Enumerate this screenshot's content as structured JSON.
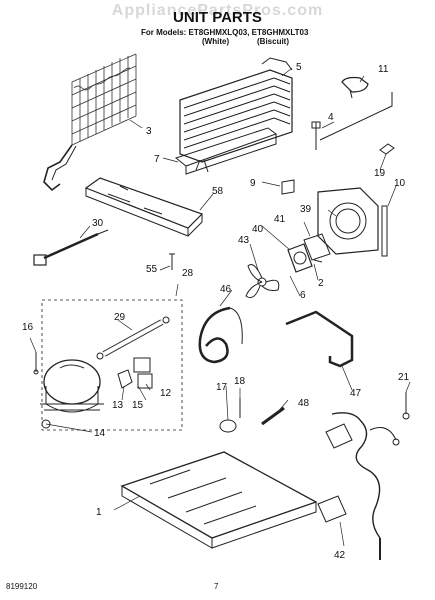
{
  "watermark": "AppliancePartsPros.com",
  "header": {
    "title": "UNIT PARTS",
    "models_line": "For Models: ET8GHMXLQ03, ET8GHMXLT03",
    "variant_1": "(White)",
    "variant_2": "(Biscuit)"
  },
  "callouts": [
    "1",
    "2",
    "3",
    "4",
    "5",
    "6",
    "7",
    "9",
    "10",
    "11",
    "12",
    "13",
    "14",
    "15",
    "16",
    "17",
    "18",
    "19",
    "21",
    "28",
    "29",
    "30",
    "39",
    "40",
    "41",
    "42",
    "43",
    "46",
    "47",
    "48",
    "55",
    "58"
  ],
  "footer": {
    "doc_number": "8199120",
    "page_number": "7"
  }
}
